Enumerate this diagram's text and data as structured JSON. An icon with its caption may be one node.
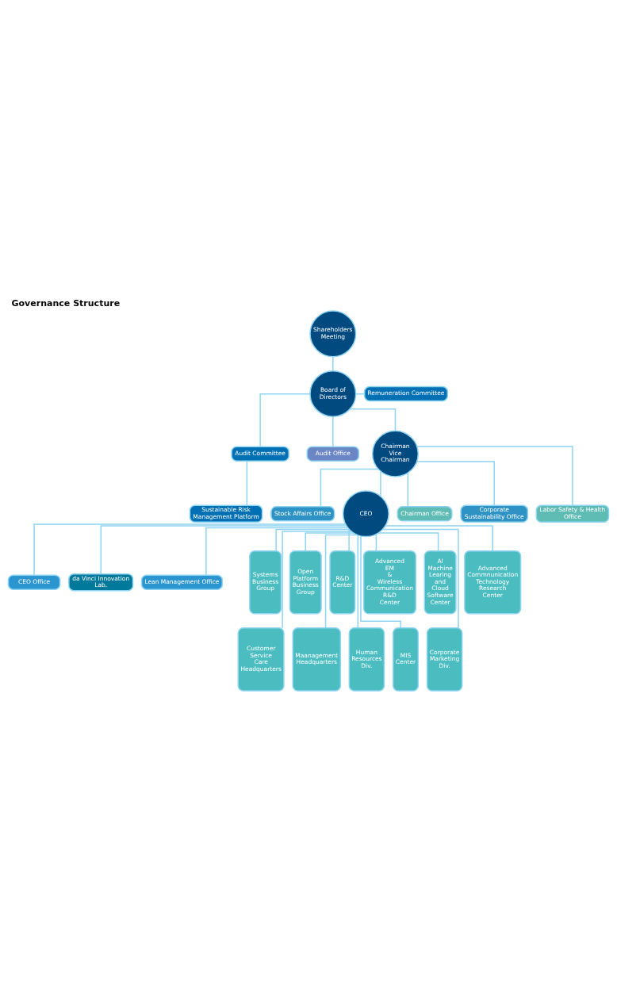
{
  "diagram": {
    "title": "Governance Structure",
    "nodes": [
      {
        "text": [
          "Shareholders Meeting"
        ]
      },
      {
        "text": [
          "Board of Directors"
        ]
      },
      {
        "text": [
          "Remuneration Committee"
        ]
      },
      {
        "text": [
          "Audit Committee"
        ]
      },
      {
        "text": [
          "Sustainable Risk Management Platform"
        ]
      },
      {
        "text": [
          "Audit Office"
        ]
      },
      {
        "text": [
          "Chairman Vice Chairman"
        ]
      },
      {
        "text": [
          "Chairman Office"
        ]
      },
      {
        "text": [
          "Corporate Sustainability Office"
        ]
      },
      {
        "text": [
          "Labor Safety & Health Office"
        ]
      },
      {
        "text": [
          "Stock Affairs Office"
        ]
      },
      {
        "text": [
          "CEO"
        ]
      },
      {
        "text": [
          "CEO Office"
        ]
      },
      {
        "text": [
          "da Vinci Innovation Lab."
        ]
      },
      {
        "text": [
          "Lean Management Office"
        ]
      },
      {
        "text": [
          "Systems Business Group"
        ]
      },
      {
        "text": [
          "Open Platform Business Group"
        ]
      },
      {
        "text": [
          "R&D Center"
        ]
      },
      {
        "text": [
          "Advanced EM & Wireless Communication R&D Center"
        ]
      },
      {
        "text": [
          "AI Machine Learing and Cloud Software Center"
        ]
      },
      {
        "text": [
          "Advanced Commnunication Technology Research Center"
        ]
      },
      {
        "text": [
          "Customer Service Care Headquarters"
        ]
      },
      {
        "text": [
          "Maanagement Headquarters"
        ]
      },
      {
        "text": [
          "Human Resources Div."
        ]
      },
      {
        "text": [
          "MIS Center"
        ]
      },
      {
        "text": [
          "Corporate Marketing Div."
        ]
      }
    ],
    "edges": [
      {
        "from": 0,
        "to": 1,
        "arrow": "none"
      },
      {
        "from": 1,
        "to": 2,
        "arrow": "none"
      },
      {
        "from": 1,
        "to": 3,
        "arrow": "none"
      },
      {
        "from": 3,
        "to": 4,
        "arrow": "none"
      },
      {
        "from": 1,
        "to": 5,
        "arrow": "none"
      },
      {
        "from": 1,
        "to": 6,
        "arrow": "none"
      },
      {
        "from": 6,
        "to": 7,
        "arrow": "none"
      },
      {
        "from": 6,
        "to": 8,
        "arrow": "none"
      },
      {
        "from": 6,
        "to": 9,
        "arrow": "none"
      },
      {
        "from": 6,
        "to": 10,
        "arrow": "none"
      },
      {
        "from": 6,
        "to": 11,
        "arrow": "none"
      },
      {
        "from": 11,
        "to": 12,
        "arrow": "none"
      },
      {
        "from": 11,
        "to": 13,
        "arrow": "none"
      },
      {
        "from": 11,
        "to": 14,
        "arrow": "none"
      },
      {
        "from": 11,
        "to": 15,
        "arrow": "none"
      },
      {
        "from": 11,
        "to": 16,
        "arrow": "none"
      },
      {
        "from": 11,
        "to": 17,
        "arrow": "none"
      },
      {
        "from": 11,
        "to": 18,
        "arrow": "none"
      },
      {
        "from": 11,
        "to": 19,
        "arrow": "none"
      },
      {
        "from": 11,
        "to": 20,
        "arrow": "none"
      },
      {
        "from": 11,
        "to": 21,
        "arrow": "none"
      },
      {
        "from": 11,
        "to": 22,
        "arrow": "none"
      },
      {
        "from": 11,
        "to": 23,
        "arrow": "none"
      },
      {
        "from": 11,
        "to": 24,
        "arrow": "none"
      },
      {
        "from": 11,
        "to": 25,
        "arrow": "none"
      }
    ]
  }
}
